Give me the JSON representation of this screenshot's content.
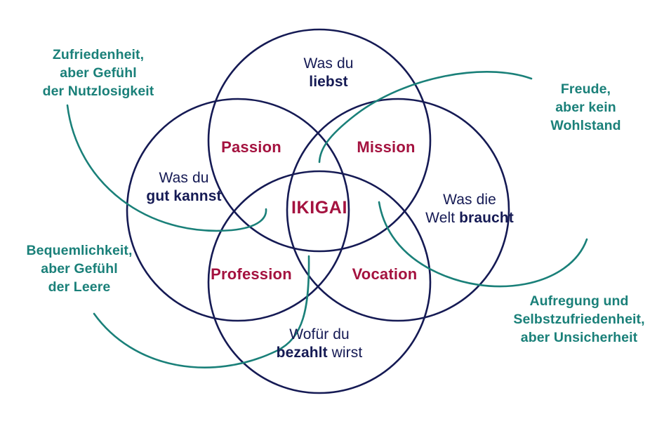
{
  "diagram": {
    "title": "IKIGAI",
    "colors": {
      "circle_stroke": "#151a54",
      "connector_stroke": "#1a8079",
      "quadrant_text": "#151a54",
      "intersection_text": "#a4123f",
      "callout_text": "#1a8079",
      "background": "#ffffff"
    },
    "circles": [
      {
        "name": "was-du-liebst",
        "line1": "Was du",
        "line2": "liebst"
      },
      {
        "name": "was-du-gut-kannst",
        "line1": "Was du",
        "line2": "gut kannst"
      },
      {
        "name": "was-die-welt-braucht",
        "line1": "Was die",
        "line2prefix": "Welt ",
        "line2": "braucht"
      },
      {
        "name": "wofuer-du-bezahlt-wirst",
        "line1": "Wofür du",
        "line2": "bezahlt",
        "line2suffix": " wirst"
      }
    ],
    "intersections": [
      {
        "name": "passion",
        "label": "Passion"
      },
      {
        "name": "mission",
        "label": "Mission"
      },
      {
        "name": "profession",
        "label": "Profession"
      },
      {
        "name": "vocation",
        "label": "Vocation"
      }
    ],
    "center": {
      "name": "ikigai",
      "label": "IKIGAI"
    },
    "callouts": [
      {
        "name": "callout-top-left",
        "line1": "Zufriedenheit,",
        "line2": "aber Gefühl",
        "line3": "der Nutzlosigkeit"
      },
      {
        "name": "callout-top-right",
        "line1": "Freude,",
        "line2": "aber kein",
        "line3": "Wohlstand"
      },
      {
        "name": "callout-bottom-left",
        "line1": "Bequemlichkeit,",
        "line2": "aber Gefühl",
        "line3": "der Leere"
      },
      {
        "name": "callout-bottom-right",
        "line1": "Aufregung und",
        "line2": "Selbstzufriedenheit,",
        "line3": "aber Unsicherheit"
      }
    ]
  }
}
